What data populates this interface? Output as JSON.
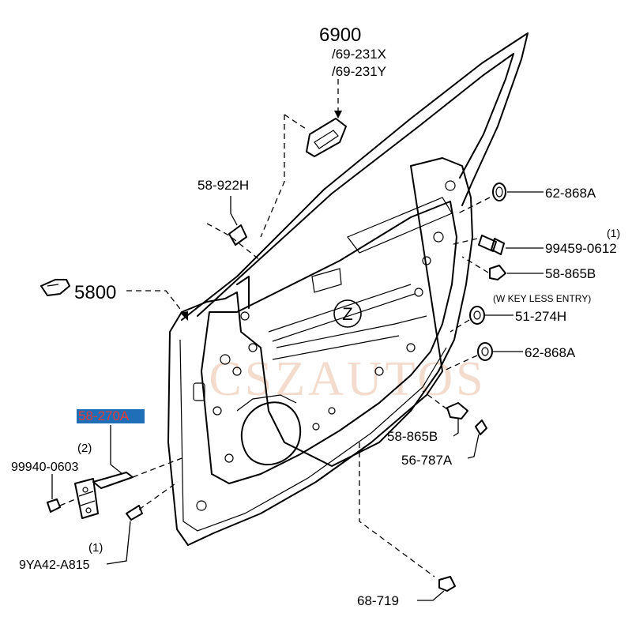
{
  "diagram": {
    "labels": {
      "p6900": "6900",
      "p69_231x": "/69-231X",
      "p69_231y": "/69-231Y",
      "p58_922h": "58-922H",
      "p62_868a_top": "62-868A",
      "p99459_qty": "(1)",
      "p99459": "99459-0612",
      "p58_865b_top": "58-865B",
      "keyless_note": "(W KEY LESS ENTRY)",
      "p51_274h": "51-274H",
      "p62_868a_mid": "62-868A",
      "p5800": "5800",
      "p58_270a": "58-270A",
      "p58_270a_qty": "(2)",
      "p99940": "99940-0603",
      "p58_865b_bottom": "58-865B",
      "p56_787a": "56-787A",
      "p9ya42_qty": "(1)",
      "p9ya42": "9YA42-A815",
      "p68_719": "68-719",
      "circle_z": "Z",
      "watermark": "CSZAUTOS"
    },
    "highlight_color": "#1f6fb8"
  }
}
